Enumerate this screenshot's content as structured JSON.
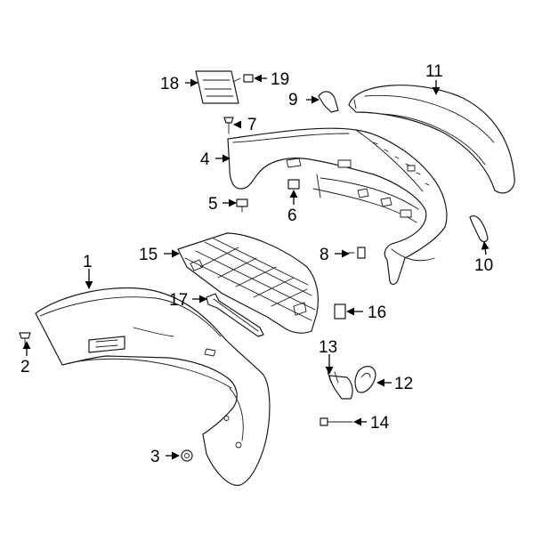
{
  "diagram": {
    "background": "#ffffff",
    "line_color": "#1a1a1a",
    "callouts": {
      "c1": "1",
      "c2": "2",
      "c3": "3",
      "c4": "4",
      "c5": "5",
      "c6": "6",
      "c7": "7",
      "c8": "8",
      "c9": "9",
      "c10": "10",
      "c11": "11",
      "c12": "12",
      "c13": "13",
      "c14": "14",
      "c15": "15",
      "c16": "16",
      "c17": "17",
      "c18": "18",
      "c19": "19"
    }
  }
}
